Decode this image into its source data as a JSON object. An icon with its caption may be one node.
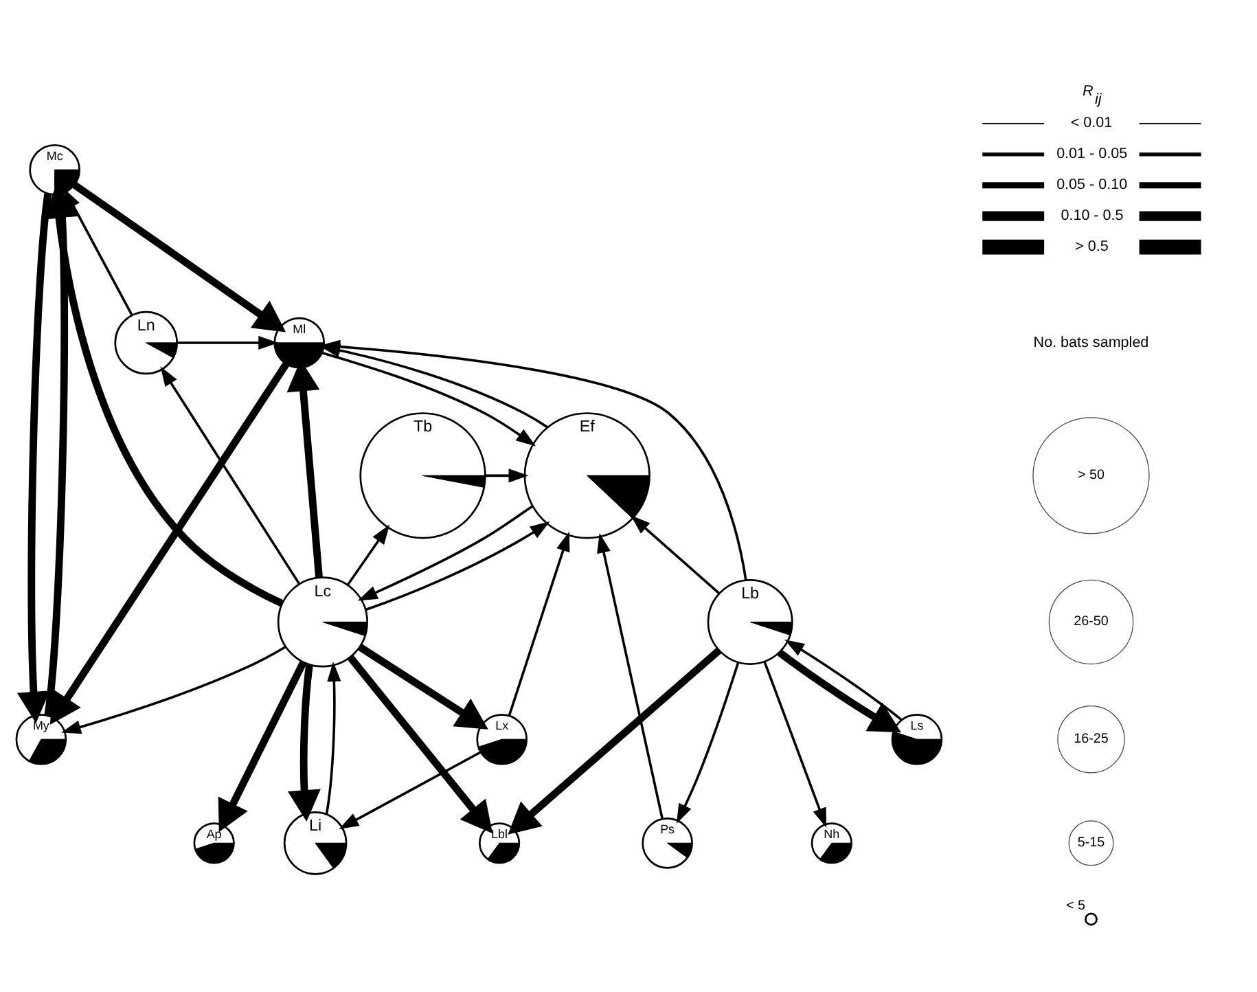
{
  "diagram": {
    "nodes": [
      {
        "text": [
          "Mc"
        ]
      },
      {
        "text": [
          "Ln"
        ]
      },
      {
        "text": [
          "Ml"
        ]
      },
      {
        "text": [
          "My"
        ]
      },
      {
        "text": [
          "Tb"
        ]
      },
      {
        "text": [
          "Ef"
        ]
      },
      {
        "text": [
          "Lc"
        ]
      },
      {
        "text": [
          "Lb"
        ]
      },
      {
        "text": [
          "Ap"
        ]
      },
      {
        "text": [
          "Ps"
        ]
      },
      {
        "text": [
          "Li"
        ]
      },
      {
        "text": [
          "Lbl"
        ]
      },
      {
        "text": [
          "Nh"
        ]
      },
      {
        "text": [
          "Lx"
        ]
      },
      {
        "text": [
          "Ls"
        ]
      }
    ],
    "edges": [
      {
        "from": 1,
        "to": 0,
        "arrow": "to"
      },
      {
        "from": 1,
        "to": 2,
        "arrow": "to"
      },
      {
        "from": 0,
        "to": 2,
        "arrow": "to",
        "style": "thick"
      },
      {
        "from": 0,
        "to": 3,
        "arrow": "to",
        "style": "thick"
      },
      {
        "from": 3,
        "to": 0,
        "arrow": "to",
        "style": "thick"
      },
      {
        "from": 2,
        "to": 3,
        "arrow": "to",
        "style": "thick"
      },
      {
        "from": 6,
        "to": 0,
        "arrow": "to",
        "style": "thick"
      },
      {
        "from": 6,
        "to": 3,
        "arrow": "to"
      },
      {
        "from": 6,
        "to": 2,
        "arrow": "to",
        "style": "thick"
      },
      {
        "from": 6,
        "to": 1,
        "arrow": "to"
      },
      {
        "from": 6,
        "to": 4,
        "arrow": "to"
      },
      {
        "from": 4,
        "to": 5,
        "arrow": "to"
      },
      {
        "from": 6,
        "to": 5,
        "arrow": "to"
      },
      {
        "from": 5,
        "to": 6,
        "arrow": "to"
      },
      {
        "from": 7,
        "to": 2,
        "arrow": "to"
      },
      {
        "from": 2,
        "to": 5,
        "arrow": "to"
      },
      {
        "from": 5,
        "to": 2,
        "arrow": "to"
      },
      {
        "from": 7,
        "to": 5,
        "arrow": "to"
      },
      {
        "from": 13,
        "to": 5,
        "arrow": "to"
      },
      {
        "from": 9,
        "to": 5,
        "arrow": "to"
      },
      {
        "from": 7,
        "to": 9,
        "arrow": "to"
      },
      {
        "from": 7,
        "to": 12,
        "arrow": "to"
      },
      {
        "from": 7,
        "to": 11,
        "arrow": "to",
        "style": "thick"
      },
      {
        "from": 7,
        "to": 14,
        "arrow": "to",
        "style": "thick"
      },
      {
        "from": 14,
        "to": 7,
        "arrow": "to"
      },
      {
        "from": 6,
        "to": 8,
        "arrow": "to",
        "style": "thick"
      },
      {
        "from": 6,
        "to": 10,
        "arrow": "to",
        "style": "thick"
      },
      {
        "from": 10,
        "to": 6,
        "arrow": "to"
      },
      {
        "from": 6,
        "to": 11,
        "arrow": "to",
        "style": "thick"
      },
      {
        "from": 6,
        "to": 13,
        "arrow": "to",
        "style": "thick"
      },
      {
        "from": 13,
        "to": 10,
        "arrow": "to"
      }
    ],
    "labels": [
      "R$_{ij}$",
      "No. bats sampled"
    ],
    "legend": [
      {
        "text": "< 0.01"
      },
      {
        "text": "0.01 - 0.05"
      },
      {
        "text": "0.05 - 0.10"
      },
      {
        "text": "0.10 - 0.5"
      },
      {
        "text": "> 0.5"
      },
      {
        "text": "> 50"
      },
      {
        "text": "26-50"
      },
      {
        "text": "16-25"
      },
      {
        "text": "5-15"
      },
      {
        "text": "< 5"
      }
    ]
  }
}
